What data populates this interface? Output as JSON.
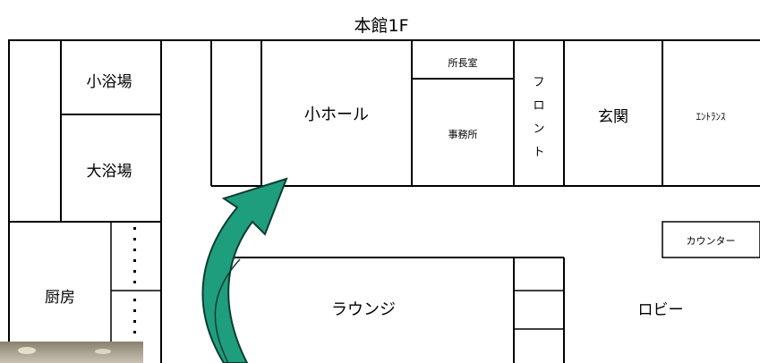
{
  "title": "本館1F",
  "rooms": {
    "small_bath": "小浴場",
    "large_bath": "大浴場",
    "kitchen": "厨房",
    "small_hall": "小ホール",
    "director_room": "所長室",
    "office": "事務所",
    "front_desk": [
      "フ",
      "ロ",
      "ン",
      "ト"
    ],
    "genkan": "玄関",
    "entrance": "ｴﾝﾄﾗﾝｽ",
    "counter": "カウンター",
    "lounge": "ラウンジ",
    "lobby": "ロビー"
  },
  "colors": {
    "arrow_fill": "#1f9e7e",
    "arrow_stroke": "#0d3b30",
    "wall": "#000000",
    "photo_top": "#8a8170",
    "photo_bottom": "#c9c2b3"
  },
  "icons": {
    "arrow": "curved-arrow-icon",
    "photo": "interior-photo"
  }
}
